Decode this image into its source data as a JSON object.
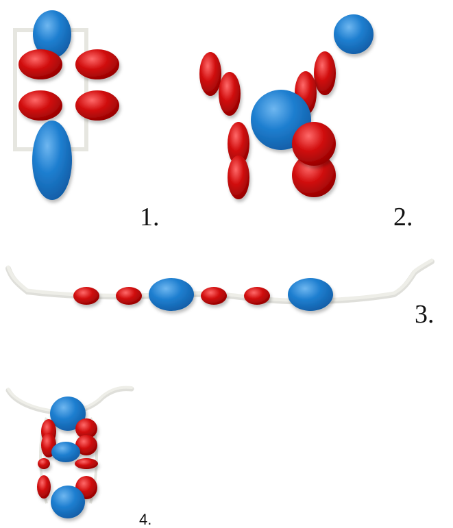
{
  "labels": {
    "panel1": "1.",
    "panel2": "2.",
    "panel3": "3.",
    "panel4": "4."
  },
  "colors": {
    "bead_blue": "#1f7fd0",
    "bead_red": "#d21010",
    "thread": "#e9e9e3",
    "thread_shadow": "#c9c9c2"
  },
  "beads": {
    "panel1": {
      "blue": 2,
      "red": 4
    },
    "panel2": {
      "blue": 2,
      "red": 8
    },
    "panel3": {
      "blue": 2,
      "red": 4
    },
    "panel4": {
      "blue": 3,
      "red": 8
    }
  }
}
